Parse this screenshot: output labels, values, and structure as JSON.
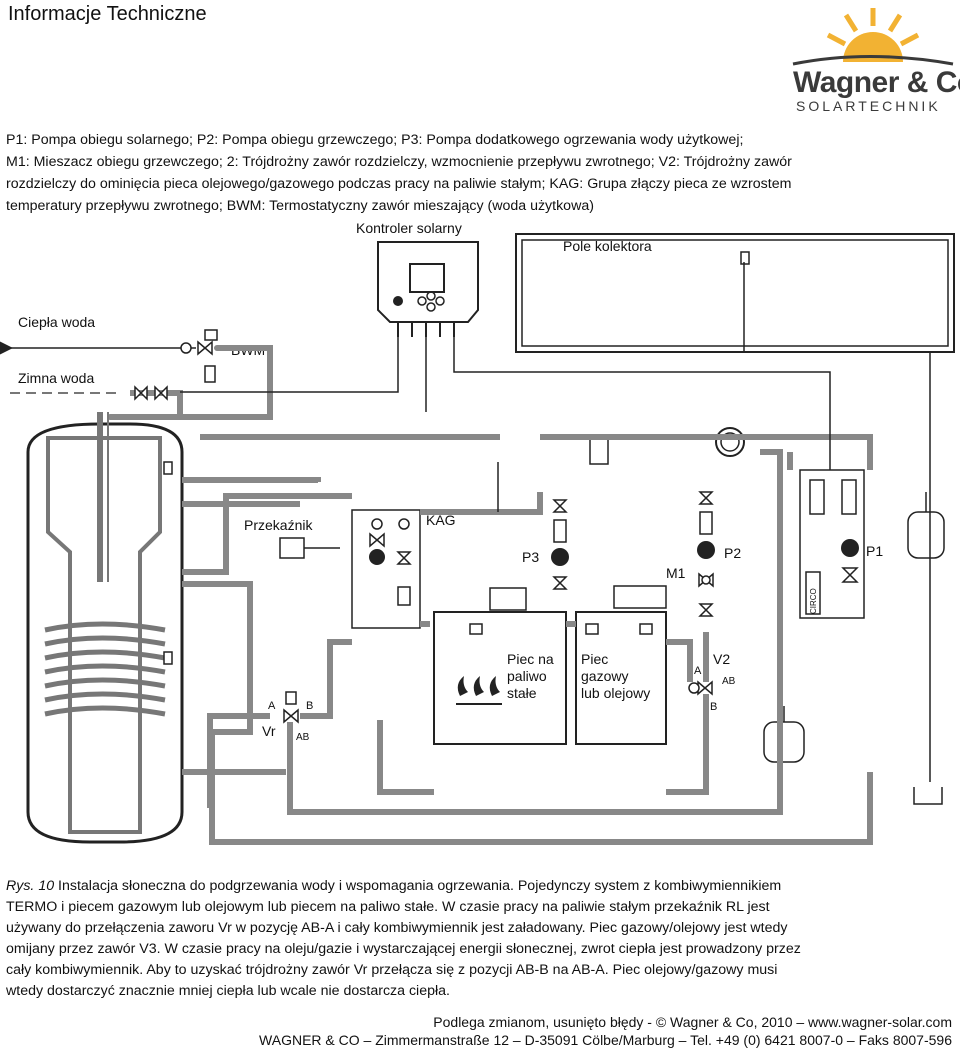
{
  "header": {
    "title": "Informacje Techniczne"
  },
  "logo": {
    "brand": "Wagner & Co",
    "subtitle": "SOLARTECHNIK"
  },
  "legend": [
    "P1: Pompa obiegu solarnego; P2: Pompa obiegu grzewczego; P3: Pompa dodatkowego ogrzewania wody użytkowej;",
    "M1: Mieszacz obiegu grzewczego; 2: Trójdrożny zawór rozdzielczy, wzmocnienie przepływu zwrotnego; V2: Trójdrożny zawór",
    "rozdzielczy do ominięcia pieca olejowego/gazowego podczas pracy na paliwie stałym; KAG: Grupa złączy pieca ze wzrostem",
    "temperatury przepływu zwrotnego; BWM: Termostatyczny zawór mieszający (woda użytkowa)"
  ],
  "diagram": {
    "controller": "Kontroler solarny",
    "collector": "Pole kolektora",
    "hot_water": "Ciepła woda",
    "cold_water": "Zimna woda",
    "bwm": "BWM",
    "relay": "Przekaźnik",
    "kag": "KAG",
    "p3": "P3",
    "p2": "P2",
    "p1": "P1",
    "m1": "M1",
    "v2": "V2",
    "vr": "Vr",
    "port_a": "A",
    "port_b": "B",
    "port_ab": "AB",
    "sb_boiler": [
      "Piec na",
      "paliwo",
      "stałe"
    ],
    "gas_boiler": [
      "Piec",
      "gazowy",
      "lub olejowy"
    ],
    "unit_label": "CIRCO"
  },
  "caption": {
    "prefix": "Rys. 10",
    "lines": [
      " Instalacja słoneczna do podgrzewania wody i wspomagania ogrzewania. Pojedynczy system z kombiwymiennikiem",
      "TERMO i piecem gazowym lub olejowym lub piecem na paliwo stałe. W czasie pracy na paliwie stałym przekaźnik RL jest",
      "używany do przełączenia zaworu Vr w pozycję AB-A i cały kombiwymiennik jest załadowany. Piec gazowy/olejowy jest wtedy",
      "omijany przez zawór V3. W czasie pracy na oleju/gazie i wystarczającej energii słonecznej, zwrot ciepła jest prowadzony przez",
      "cały kombiwymiennik. Aby to uzyskać trójdrożny zawór Vr przełącza się z pozycji AB-B na AB-A. Piec olejowy/gazowy musi",
      "wtedy dostarczyć znacznie mniej ciepła lub wcale nie dostarcza ciepła."
    ]
  },
  "footer": {
    "line1": "Podlega zmianom, usunięto błędy - © Wagner & Co, 2010 – www.wagner-solar.com",
    "line2": "WAGNER & CO – Zimmermanstraße 12 – D-35091 Cölbe/Marburg – Tel. +49 (0) 6421 8007-0 – Faks 8007-596"
  }
}
